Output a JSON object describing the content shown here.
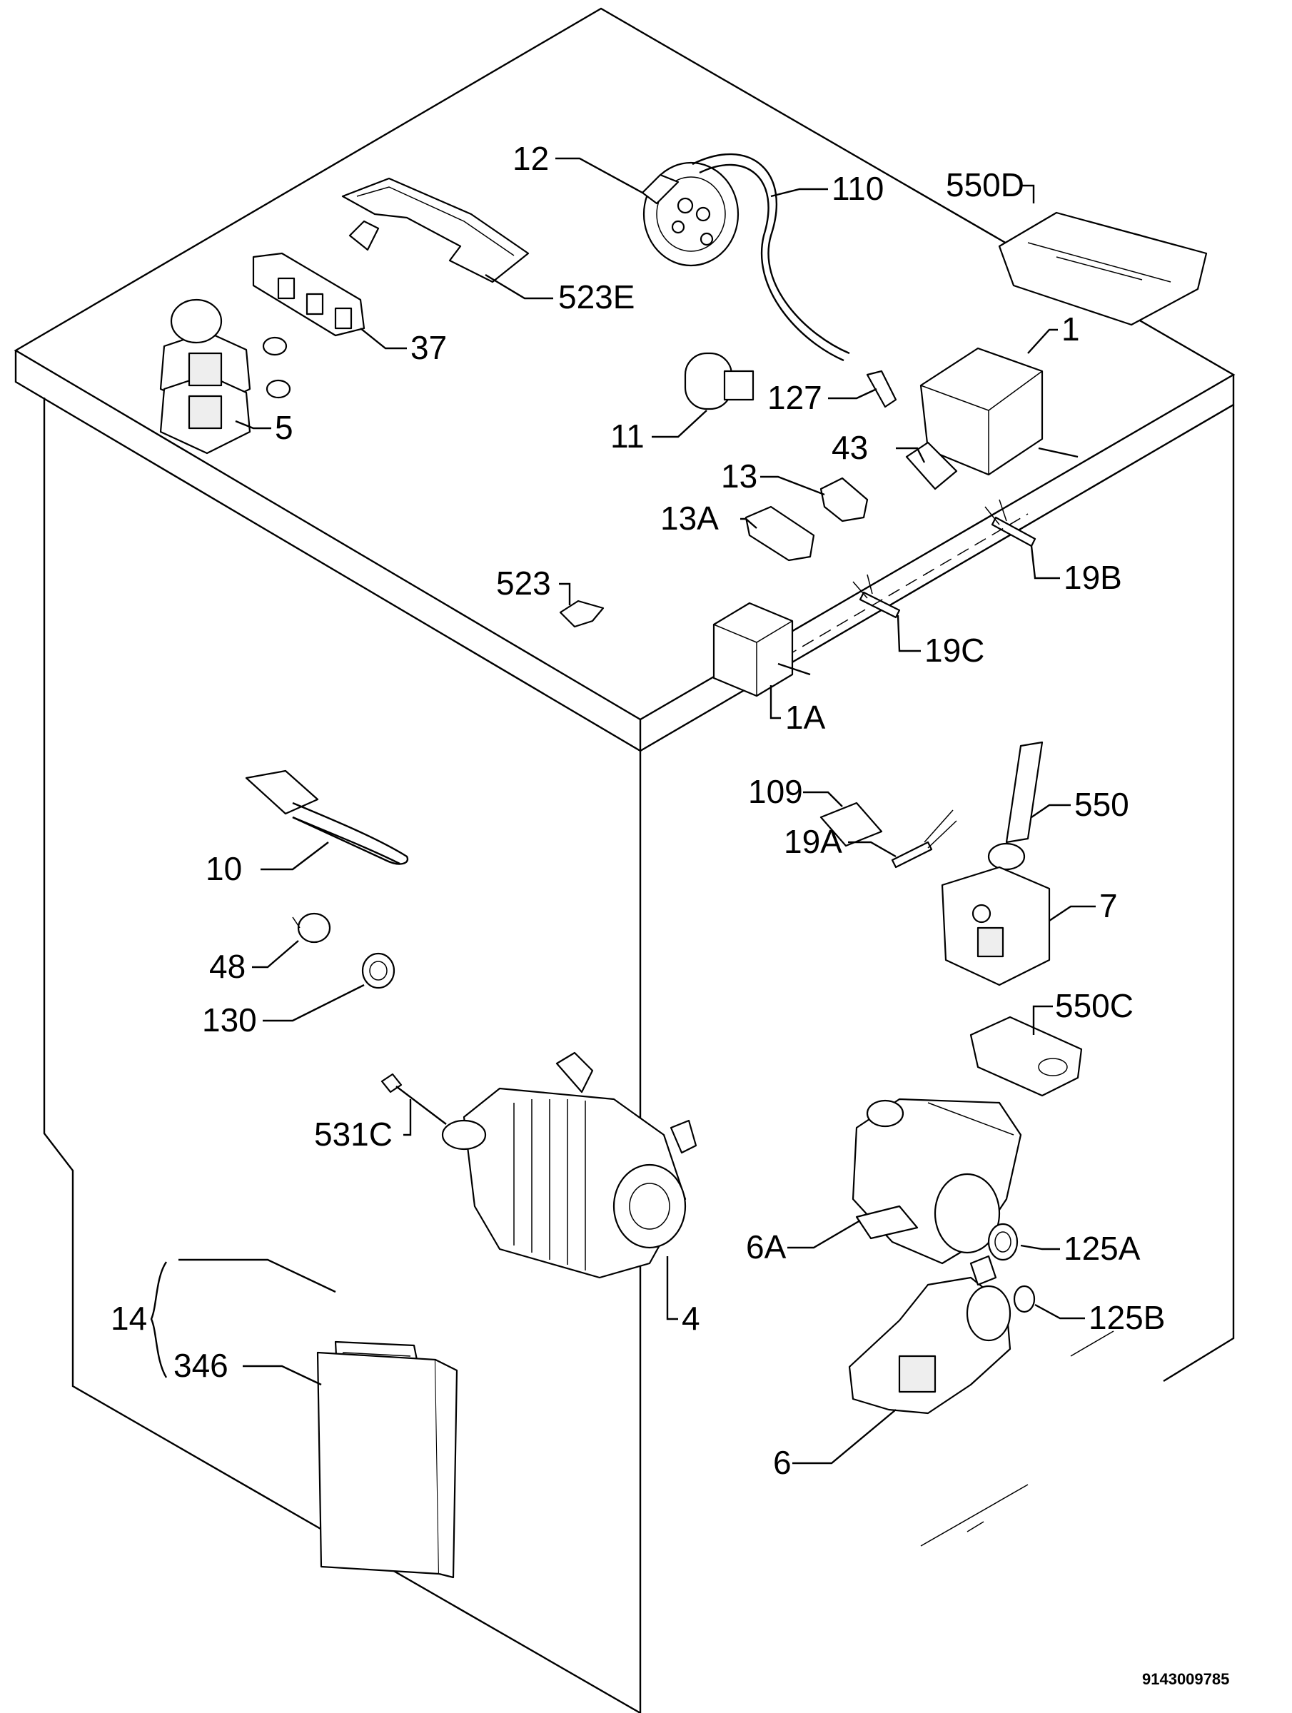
{
  "diagram": {
    "code": "9143009785",
    "labels": {
      "p12": "12",
      "p110": "110",
      "p550d": "550D",
      "p523e": "523E",
      "p37": "37",
      "p5": "5",
      "p1": "1",
      "p127": "127",
      "p11": "11",
      "p43": "43",
      "p13": "13",
      "p13a": "13A",
      "p19b": "19B",
      "p523": "523",
      "p19c": "19C",
      "p1a": "1A",
      "p109": "109",
      "p550": "550",
      "p19a": "19A",
      "p7": "7",
      "p10": "10",
      "p48": "48",
      "p130": "130",
      "p550c": "550C",
      "p531c": "531C",
      "p6a": "6A",
      "p125a": "125A",
      "p125b": "125B",
      "p4": "4",
      "p14": "14",
      "p346": "346",
      "p6": "6"
    }
  }
}
